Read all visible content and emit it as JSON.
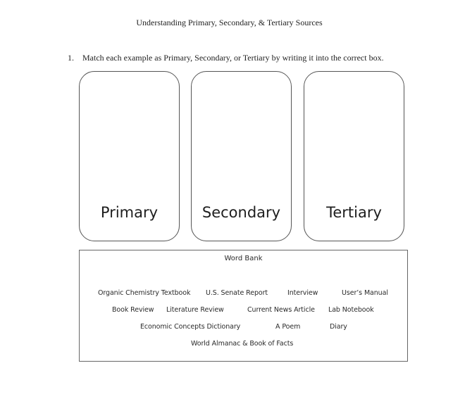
{
  "document": {
    "title": "Understanding Primary, Secondary, & Tertiary Sources",
    "question": {
      "number": "1.",
      "text": "Match each example as Primary, Secondary, or Tertiary by writing it into the correct box."
    },
    "categories": [
      {
        "label": "Primary"
      },
      {
        "label": "Secondary"
      },
      {
        "label": "Tertiary"
      }
    ],
    "word_bank": {
      "title": "Word Bank",
      "words": [
        "Organic Chemistry Textbook",
        "U.S. Senate Report",
        "Interview",
        "User’s Manual",
        "Book Review",
        "Literature Review",
        "Current News Article",
        "Lab Notebook",
        "Economic Concepts Dictionary",
        "A Poem",
        "Diary",
        "World Almanac & Book of Facts"
      ]
    }
  }
}
